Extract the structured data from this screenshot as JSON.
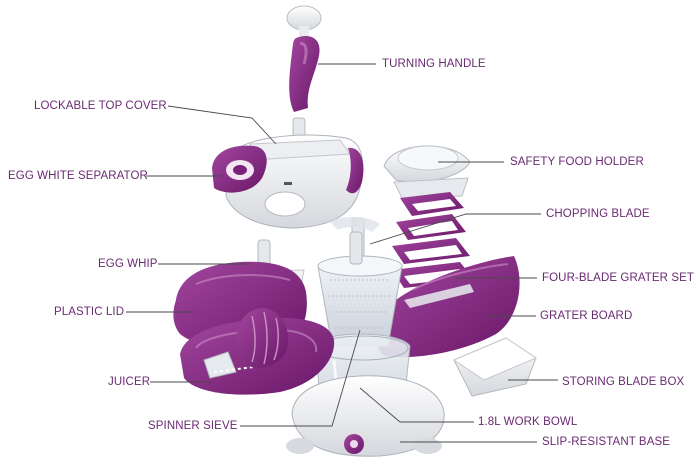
{
  "palette": {
    "purple": "#7a1f7a",
    "purple_light": "#a2479f",
    "white_part": "#f4f4f6",
    "grey_part": "#d6d9de",
    "label": "#6a2a72",
    "leader": "#4a4a4a"
  },
  "labels": {
    "turning_handle": "TURNING HANDLE",
    "lockable_top_cover": "LOCKABLE TOP COVER",
    "egg_white_separator": "EGG WHITE SEPARATOR",
    "safety_food_holder": "SAFETY FOOD HOLDER",
    "chopping_blade": "CHOPPING BLADE",
    "egg_whip": "EGG WHIP",
    "four_blade_grater_set": "FOUR-BLADE GRATER SET",
    "plastic_lid": "PLASTIC LID",
    "grater_board": "GRATER BOARD",
    "juicer": "JUICER",
    "storing_blade_box": "STORING BLADE BOX",
    "work_bowl": "1.8L WORK BOWL",
    "spinner_sieve": "SPINNER SIEVE",
    "slip_resistant_base": "SLIP-RESISTANT BASE"
  }
}
